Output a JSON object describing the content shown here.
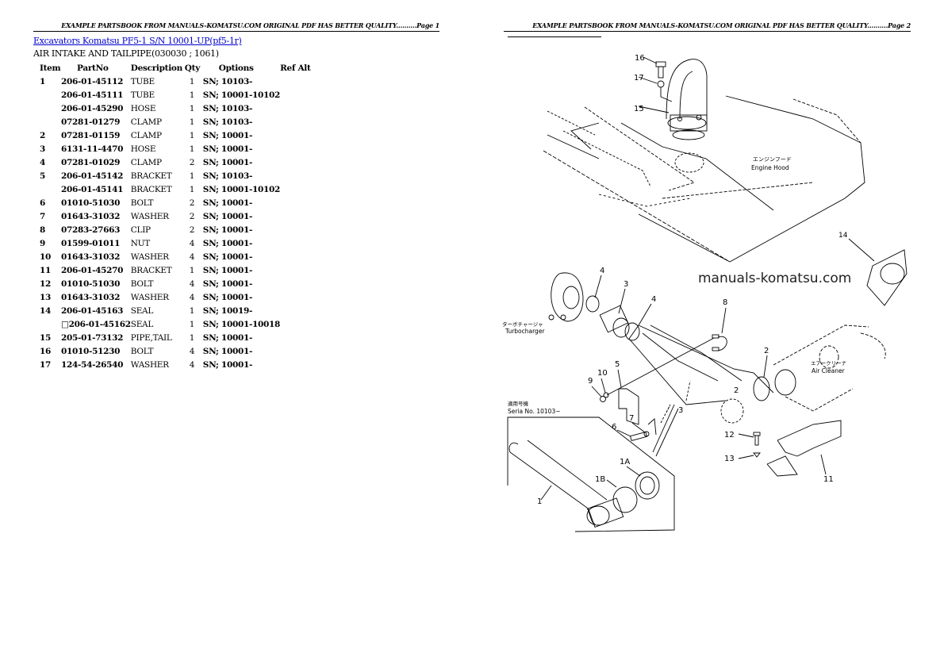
{
  "pages": {
    "left": {
      "header": "EXAMPLE PARTSBOOK FROM MANUALS-KOMATSU.COM ORIGINAL PDF HAS BETTER QUALITY..........Page 1",
      "title_link": "Excavators Komatsu PF5-1 S/N 10001-UP(pf5-1r)",
      "subtitle": "AIR INTAKE AND TAILPIPE(030030 ; 1061)",
      "table": {
        "columns": [
          "Item",
          "PartNo",
          "Description",
          "Qty",
          "Options",
          "Ref Alt"
        ],
        "rows": [
          {
            "item": "1",
            "part": "206-01-45112",
            "desc": "TUBE",
            "qty": "1",
            "opt": "SN; 10103-"
          },
          {
            "item": "",
            "part": "206-01-45111",
            "desc": "TUBE",
            "qty": "1",
            "opt": "SN; 10001-10102"
          },
          {
            "item": "",
            "part": "206-01-45290",
            "desc": "HOSE",
            "qty": "1",
            "opt": "SN; 10103-"
          },
          {
            "item": "",
            "part": "07281-01279",
            "desc": "CLAMP",
            "qty": "1",
            "opt": "SN; 10103-"
          },
          {
            "item": "2",
            "part": "07281-01159",
            "desc": "CLAMP",
            "qty": "1",
            "opt": "SN; 10001-"
          },
          {
            "item": "3",
            "part": "6131-11-4470",
            "desc": "HOSE",
            "qty": "1",
            "opt": "SN; 10001-"
          },
          {
            "item": "4",
            "part": "07281-01029",
            "desc": "CLAMP",
            "qty": "2",
            "opt": "SN; 10001-"
          },
          {
            "item": "5",
            "part": "206-01-45142",
            "desc": "BRACKET",
            "qty": "1",
            "opt": "SN; 10103-"
          },
          {
            "item": "",
            "part": "206-01-45141",
            "desc": "BRACKET",
            "qty": "1",
            "opt": "SN; 10001-10102"
          },
          {
            "item": "6",
            "part": "01010-51030",
            "desc": "BOLT",
            "qty": "2",
            "opt": "SN; 10001-"
          },
          {
            "item": "7",
            "part": "01643-31032",
            "desc": "WASHER",
            "qty": "2",
            "opt": "SN; 10001-"
          },
          {
            "item": "8",
            "part": "07283-27663",
            "desc": "CLIP",
            "qty": "2",
            "opt": "SN; 10001-"
          },
          {
            "item": "9",
            "part": "01599-01011",
            "desc": "NUT",
            "qty": "4",
            "opt": "SN; 10001-"
          },
          {
            "item": "10",
            "part": "01643-31032",
            "desc": "WASHER",
            "qty": "4",
            "opt": "SN; 10001-"
          },
          {
            "item": "11",
            "part": "206-01-45270",
            "desc": "BRACKET",
            "qty": "1",
            "opt": "SN; 10001-"
          },
          {
            "item": "12",
            "part": "01010-51030",
            "desc": "BOLT",
            "qty": "4",
            "opt": "SN; 10001-"
          },
          {
            "item": "13",
            "part": "01643-31032",
            "desc": "WASHER",
            "qty": "4",
            "opt": "SN; 10001-"
          },
          {
            "item": "14",
            "part": "206-01-45163",
            "desc": "SEAL",
            "qty": "1",
            "opt": "SN; 10019-"
          },
          {
            "item": "",
            "part": "□206-01-45162",
            "desc": "SEAL",
            "qty": "1",
            "opt": "SN; 10001-10018"
          },
          {
            "item": "15",
            "part": "205-01-73132",
            "desc": "PIPE,TAIL",
            "qty": "1",
            "opt": "SN; 10001-"
          },
          {
            "item": "16",
            "part": "01010-51230",
            "desc": "BOLT",
            "qty": "4",
            "opt": "SN; 10001-"
          },
          {
            "item": "17",
            "part": "124-54-26540",
            "desc": "WASHER",
            "qty": "4",
            "opt": "SN; 10001-"
          }
        ]
      }
    },
    "right": {
      "header": "EXAMPLE PARTSBOOK FROM MANUALS-KOMATSU.COM ORIGINAL PDF HAS BETTER QUALITY..........Page 2",
      "watermark": "manuals-komatsu.com",
      "diagram_labels": {
        "engine_hood_jp": "エンジンフード",
        "engine_hood": "Engine Hood",
        "turbocharger_jp": "ターボチャージャ",
        "turbocharger": "Turbocharger",
        "air_cleaner_jp": "エアークリーナ",
        "air_cleaner": "Air Cleaner",
        "serial_jp": "適用号機",
        "serial": "Seria  No. 10103~",
        "callouts": [
          "16",
          "17",
          "15",
          "14",
          "4",
          "3",
          "4",
          "8",
          "2",
          "5",
          "10",
          "9",
          "7",
          "6",
          "12",
          "13",
          "11",
          "1A",
          "1B",
          "1"
        ]
      }
    }
  }
}
